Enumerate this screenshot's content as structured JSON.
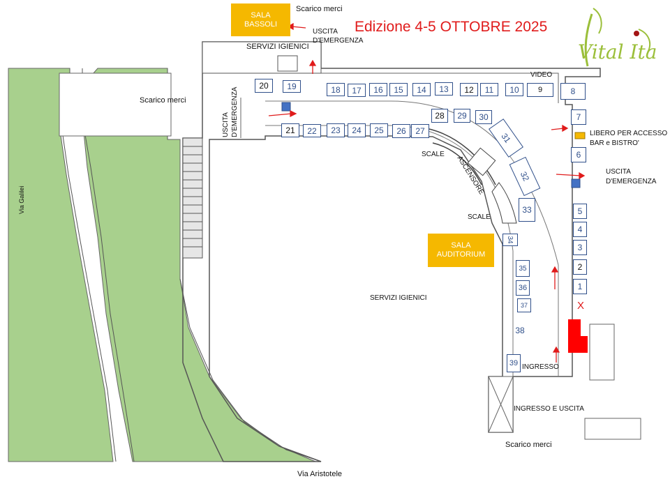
{
  "title": "Edizione 4-5 OTTOBRE 2025",
  "logo_text": "Vital Ita",
  "rooms": {
    "bassoli": [
      "SALA",
      "BASSOLI"
    ],
    "auditorium": [
      "SALA",
      "AUDITORIUM"
    ]
  },
  "labels": {
    "scarico_top": "Scarico merci",
    "scarico_left": "Scarico merci",
    "scarico_bottom": "Scarico merci",
    "uscita_top_1": "USCITA",
    "uscita_top_2": "D'EMERGENZA",
    "servizi_top": "SERVIZI IGIENICI",
    "servizi_center": "SERVIZI IGIENICI",
    "uscita_left_1": "USCITA",
    "uscita_left_2": "D'EMERGENZA",
    "video": "VIDEO",
    "libero_1": "LIBERO PER ACCESSO",
    "libero_2": "BAR e BISTRO'",
    "uscita_right_1": "USCITA",
    "uscita_right_2": "D'EMERGENZA",
    "scale_1": "SCALE",
    "scale_2": "SCALE",
    "ascensore": "ASCENSORE",
    "ingresso_uscita": "INGRESSO E USCITA",
    "ingresso": "INGRESSO",
    "via_galilei": "Via Galilei",
    "via_aristotele": "Via Aristotele",
    "x_mark": "X"
  },
  "booths": {
    "b1": "1",
    "b2": "2",
    "b3": "3",
    "b4": "4",
    "b5": "5",
    "b6": "6",
    "b7": "7",
    "b8": "8",
    "b9": "9",
    "b10": "10",
    "b11": "11",
    "b12": "12",
    "b13": "13",
    "b14": "14",
    "b15": "15",
    "b16": "16",
    "b17": "17",
    "b18": "18",
    "b19": "19",
    "b20": "20",
    "b21": "21",
    "b22": "22",
    "b23": "23",
    "b24": "24",
    "b25": "25",
    "b26": "26",
    "b27": "27",
    "b28": "28",
    "b29": "29",
    "b30": "30",
    "b31": "31",
    "b32": "32",
    "b33": "33",
    "b34": "34",
    "b35": "35",
    "b36": "36",
    "b37": "37",
    "b38": "38",
    "b39": "39"
  },
  "colors": {
    "title_red": "#e01b1b",
    "room_yellow": "#f5b800",
    "booth_blue": "#2f4f8a",
    "grass_green": "#a8d08d",
    "logo_green": "#9bbf3a"
  }
}
